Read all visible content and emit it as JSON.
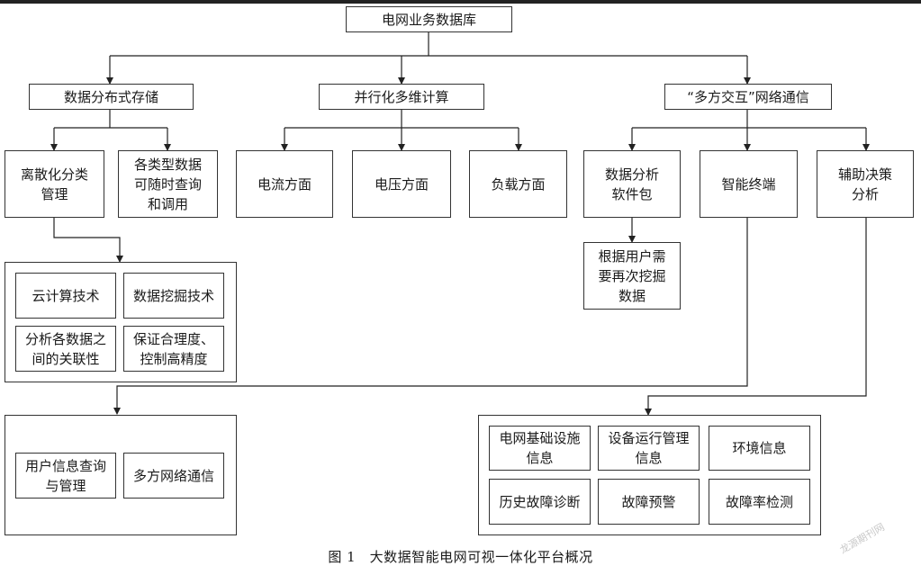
{
  "root": "电网业务数据库",
  "branches": {
    "storage": "数据分布式存储",
    "compute": "并行化多维计算",
    "comm": "“多方交互”网络通信"
  },
  "storage_children": {
    "discrete": "离散化分类\n管理",
    "query": "各类型数据\n可随时查询\n和调用"
  },
  "storage_tech": [
    "云计算技术",
    "数据挖掘技术",
    "分析各数据之\n间的关联性",
    "保证合理度、\n控制高精度"
  ],
  "storage_result": [
    "用户信息查询\n与管理",
    "多方网络通信"
  ],
  "compute_children": [
    "电流方面",
    "电压方面",
    "负载方面"
  ],
  "comm_children": {
    "package": "数据分析\n软件包",
    "terminal": "智能终端",
    "decision": "辅助决策\n分析"
  },
  "package_child": "根据用户需\n要再次挖掘\n数据",
  "comm_result": [
    "电网基础设施\n信息",
    "设备运行管理\n信息",
    "环境信息",
    "历史故障诊断",
    "故障预警",
    "故障率检测"
  ],
  "caption": "图 1　大数据智能电网可视一体化平台概况",
  "watermark": "龙源期刊网"
}
